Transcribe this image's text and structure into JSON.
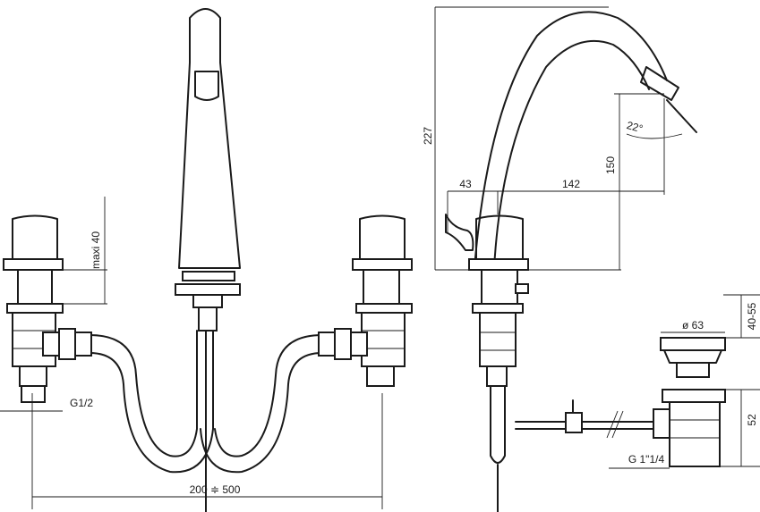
{
  "dimensions": {
    "height_total": "227",
    "spout_reach": "142",
    "spout_offset": "43",
    "outlet_height": "150",
    "spout_angle": "22°",
    "handle_max": "maxi 40",
    "spacing": "200 ≑ 500",
    "thread_tap": "G1/2",
    "waste_diameter": "ø 63",
    "waste_top": "40-55",
    "waste_height": "52",
    "waste_thread": "G 1\"1/4"
  }
}
